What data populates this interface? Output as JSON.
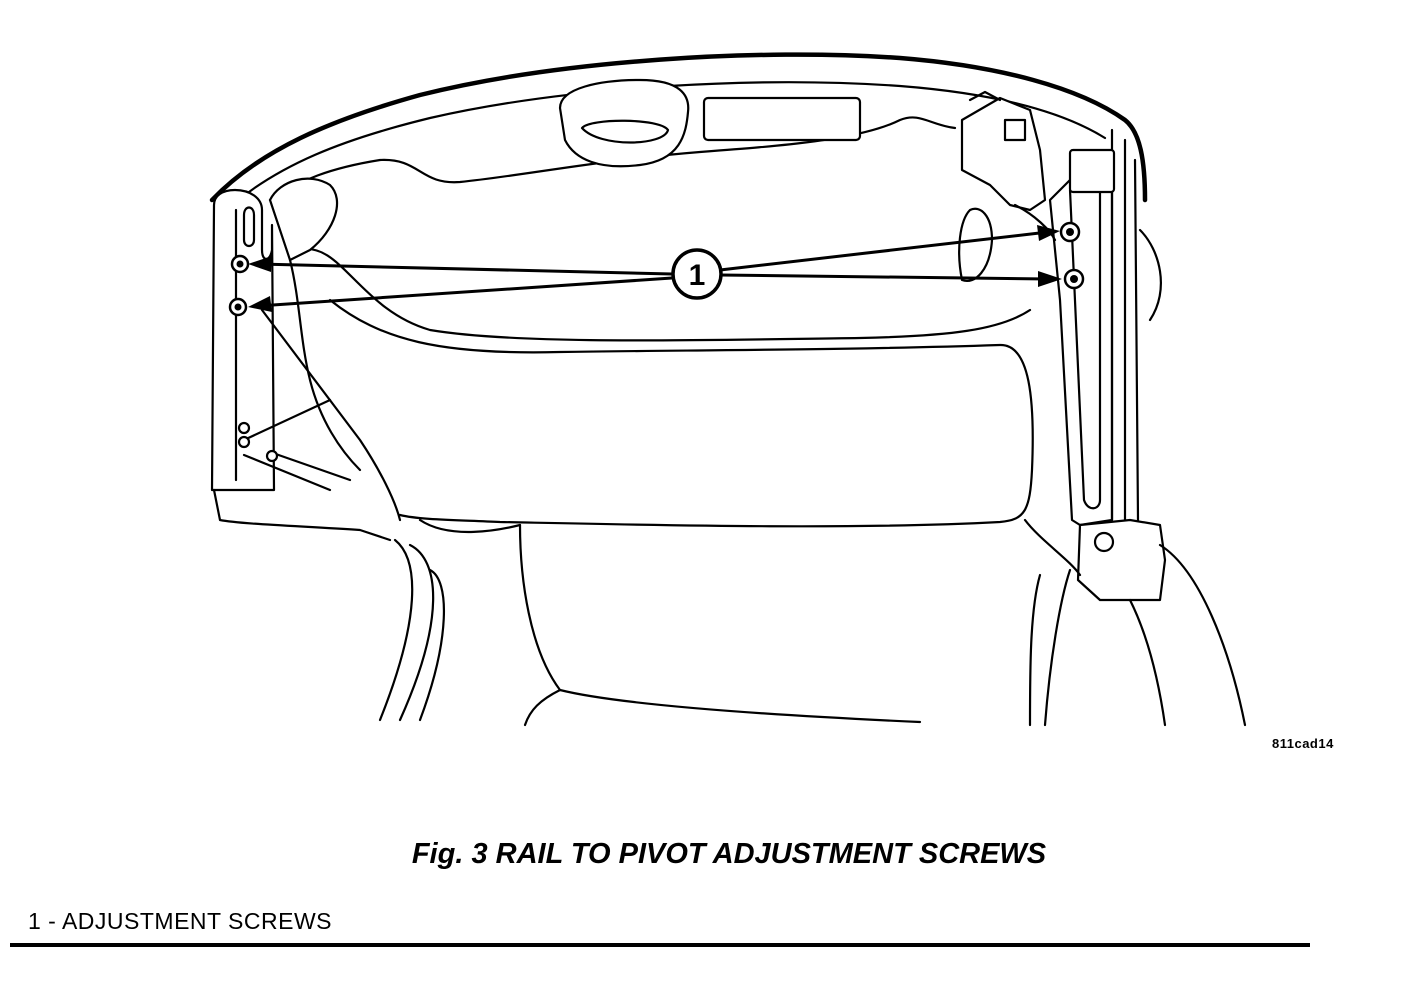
{
  "figure": {
    "id_code": "811cad14",
    "caption": "Fig.  3 RAIL TO PIVOT ADJUSTMENT SCREWS"
  },
  "callouts": [
    {
      "number": "1"
    }
  ],
  "legend": {
    "items": [
      {
        "text": "1 -  ADJUSTMENT  SCREWS"
      }
    ]
  }
}
